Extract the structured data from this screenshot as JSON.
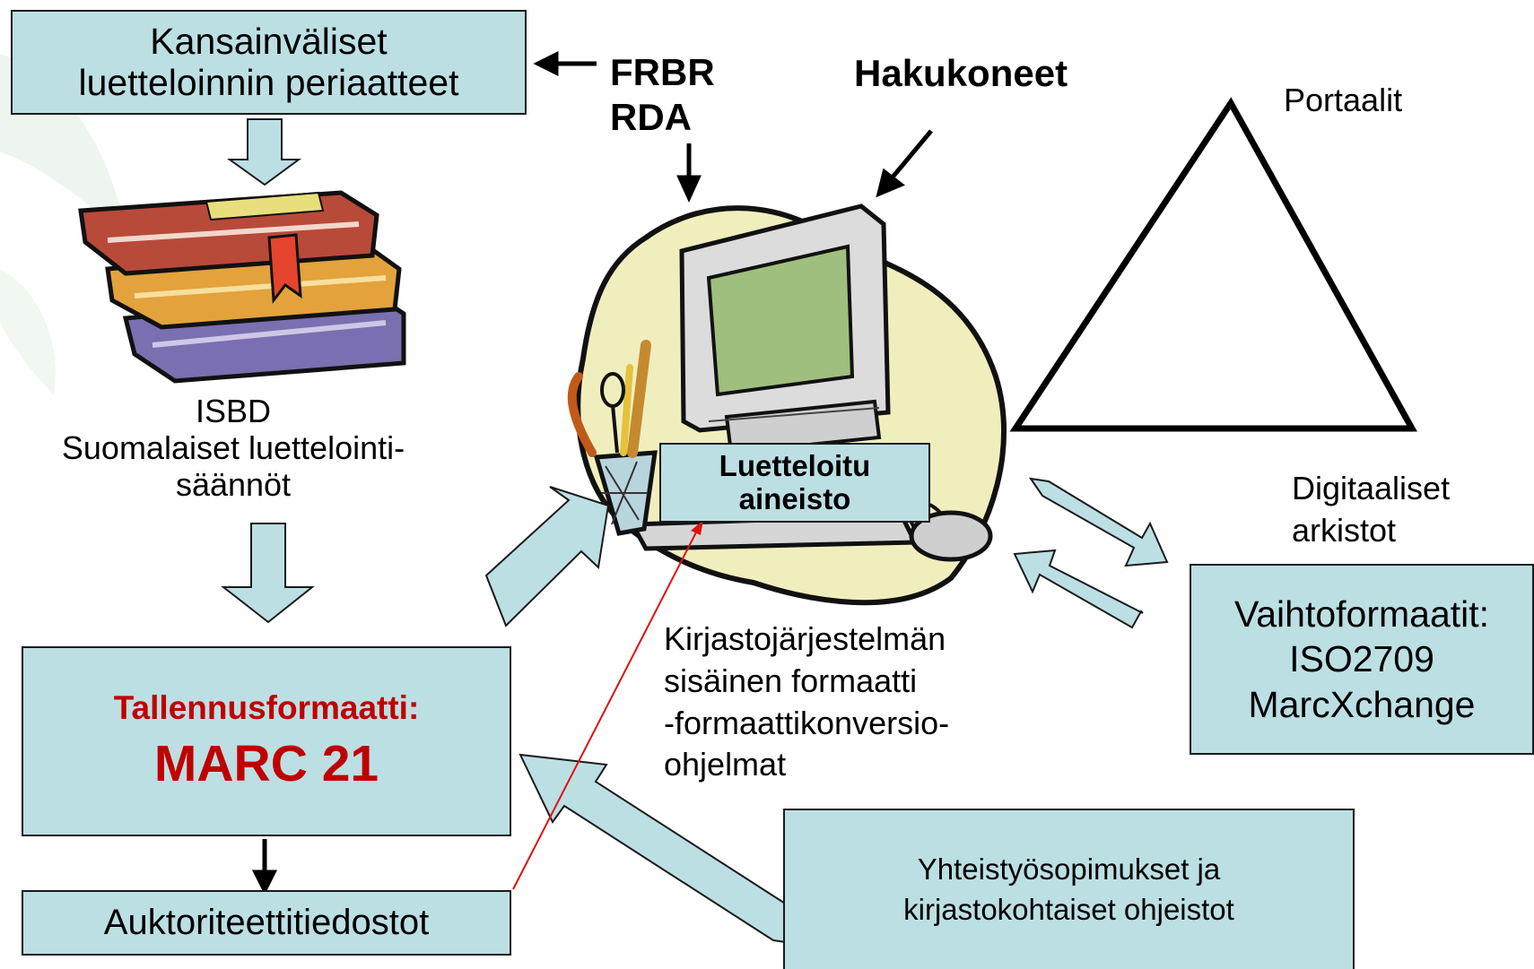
{
  "colors": {
    "box_fill": "#bcdfe3",
    "box_border": "#1a1a1a",
    "accent_red": "#c00000",
    "arrow_fill": "#bcdfe3"
  },
  "labels": {
    "principles": [
      "Kansainväliset",
      "luetteloinnin periaatteet"
    ],
    "frbr_rda": [
      "FRBR",
      "RDA"
    ],
    "search_engines": "Hakukoneet",
    "portals": "Portaalit",
    "rules": [
      "ISBD",
      "Suomalaiset luettelointi-",
      "säännöt"
    ],
    "cataloged": [
      "Luetteloitu",
      "aineisto"
    ],
    "digital_archives": [
      "Digitaaliset",
      "arkistot"
    ],
    "internal_format": [
      "Kirjastojärjestelmän",
      "sisäinen formaatti",
      "-formaattikonversio-",
      "ohjelmat"
    ],
    "storage_format_title": "Tallennusformaatti:",
    "storage_format_value": "MARC 21",
    "exchange_formats": [
      "Vaihtoformaatit:",
      "ISO2709",
      "MarcXchange"
    ],
    "authority_files": "Auktoriteettitiedostot",
    "agreements": [
      "Yhteistyösopimukset ja",
      "kirjastokohtaiset ohjeistot"
    ]
  },
  "icons": [
    "books-stack-icon",
    "computer-icon",
    "pencil-cup-icon",
    "computer-mouse-icon"
  ]
}
